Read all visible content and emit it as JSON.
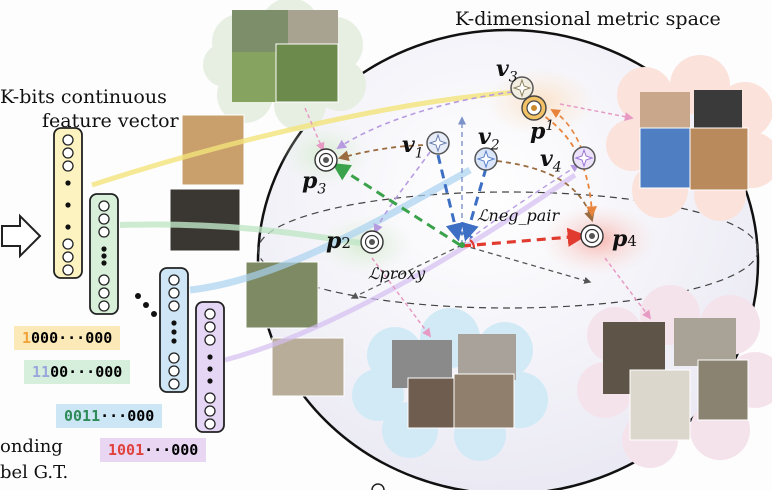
{
  "title": "K-dimensional metric space",
  "feature_label_line1": "K-bits continuous",
  "feature_label_line2": "feature vector",
  "corner_label_line1": "onding",
  "corner_label_line2": "bel G.T.",
  "proxies": [
    {
      "base": "v",
      "sub": "1"
    },
    {
      "base": "v",
      "sub": "2"
    },
    {
      "base": "v",
      "sub": "3"
    },
    {
      "base": "v",
      "sub": "4"
    }
  ],
  "prototypes": [
    {
      "base": "p",
      "sub": "1"
    },
    {
      "base": "p",
      "sub": "2"
    },
    {
      "base": "p",
      "sub": "3"
    },
    {
      "base": "p",
      "sub": "4"
    }
  ],
  "loss_neg_pair": "ℒneg_pair",
  "loss_proxy": "ℒproxy",
  "label_codes": [
    {
      "code": [
        "1",
        "000···000"
      ],
      "color": "#fbe9b8",
      "first_color": "#f2a33a"
    },
    {
      "code": [
        "11",
        "00···000"
      ],
      "color": "#d6efdc",
      "first_color": "#9aa7dd"
    },
    {
      "code": [
        "0011",
        "···000"
      ],
      "color": "#cde6f5",
      "first_color": "#2e8b57"
    },
    {
      "code": [
        "1001",
        "···000"
      ],
      "color": "#e9d6f3",
      "first_color": "#e0433d"
    }
  ],
  "colors": {
    "sphere": "#f1f0f8",
    "vec_yellow": "#fdf3c0",
    "vec_green": "#d8f0da",
    "vec_blue": "#cfe6f6",
    "vec_purple": "#e6d6f5",
    "dog_cloud": "#fbe3dc",
    "cow_cloud": "#e8f0e4",
    "cat_cloud": "#d3ebf7",
    "sheep_cloud": "#f5e3ec"
  },
  "icons": [
    "arrow-right-icon",
    "proxy-star-icon",
    "prototype-target-icon"
  ]
}
